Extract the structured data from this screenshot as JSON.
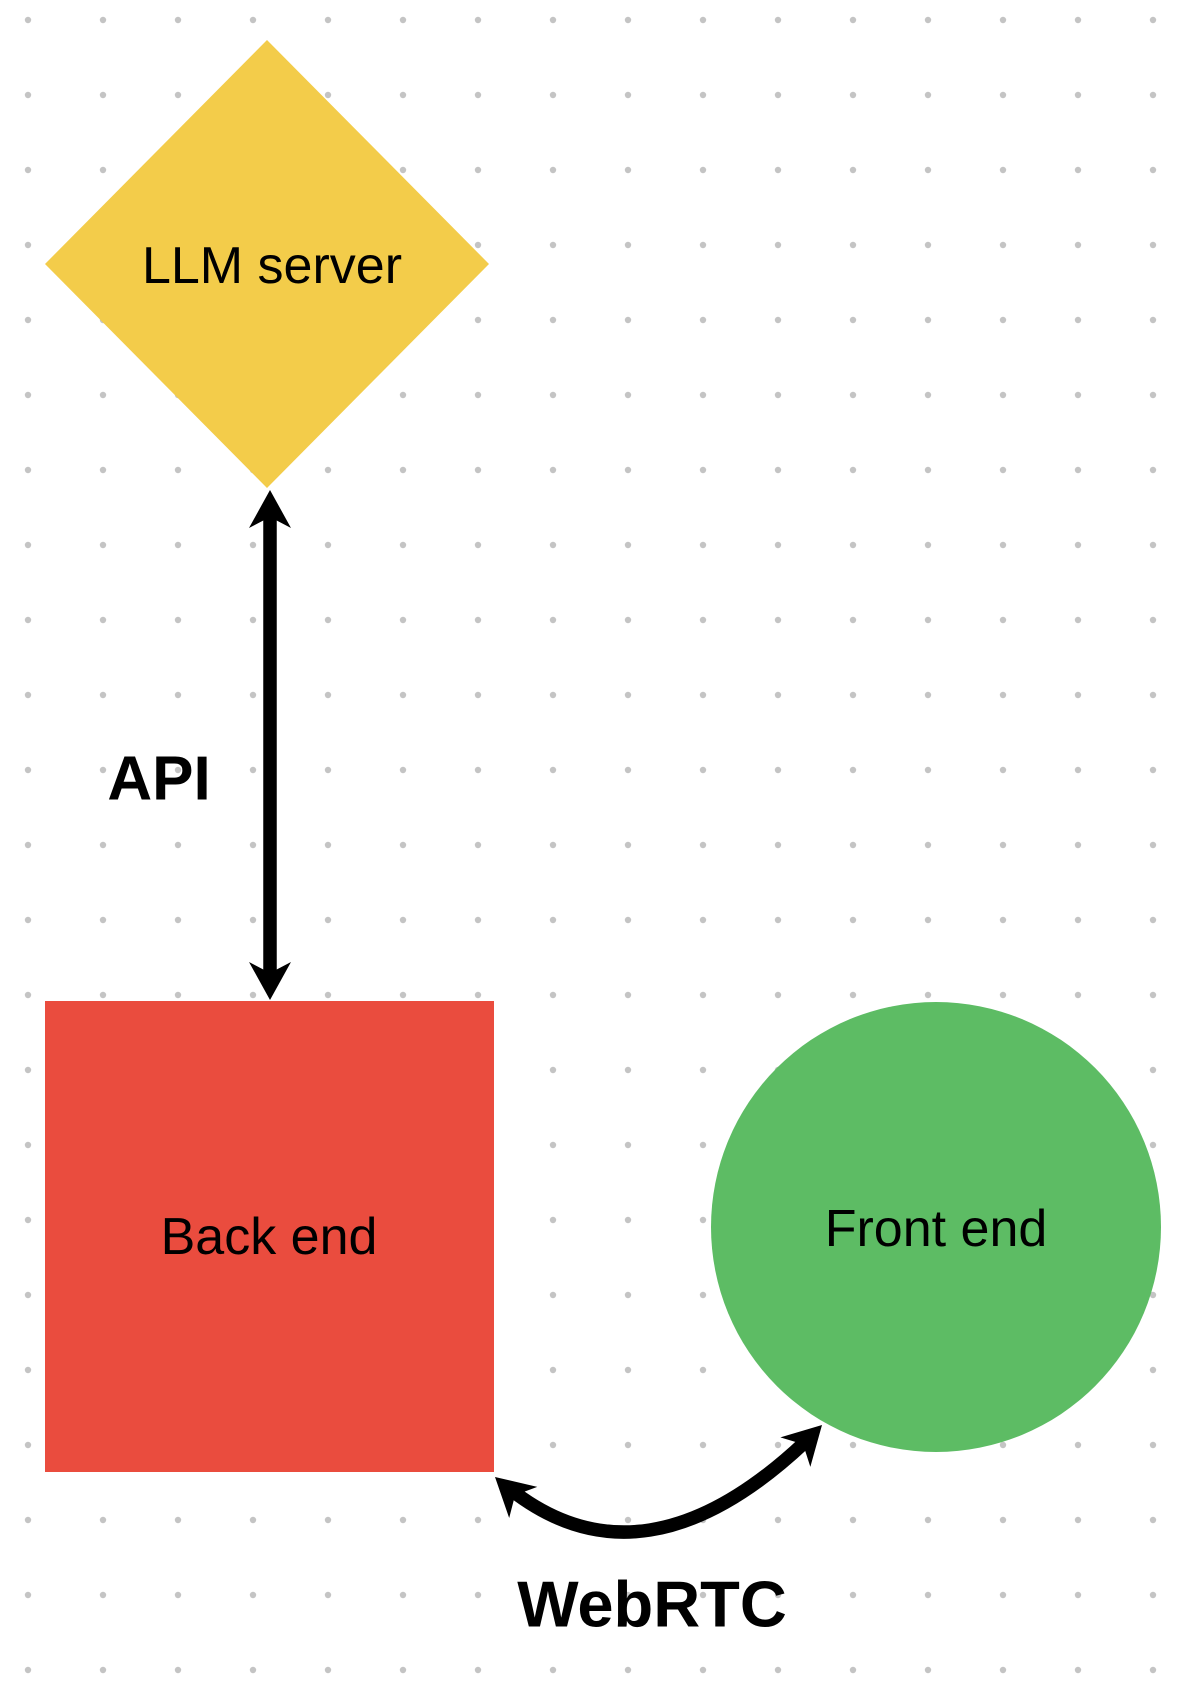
{
  "canvas": {
    "background": "#ffffff",
    "grid_dot_color": "#c4c4c4",
    "arrow_color": "#000000",
    "text_color": "#000000"
  },
  "nodes": {
    "llm_server": {
      "label": "LLM server",
      "shape": "diamond",
      "color": "#f3cc4a"
    },
    "back_end": {
      "label": "Back end",
      "shape": "square",
      "color": "#ea4c3e"
    },
    "front_end": {
      "label": "Front end",
      "shape": "circle",
      "color": "#5dbc64"
    }
  },
  "connectors": {
    "api": {
      "label": "API",
      "from": "llm_server",
      "to": "back_end",
      "bidirectional": true,
      "style": "straight"
    },
    "webrtc": {
      "label": "WebRTC",
      "from": "back_end",
      "to": "front_end",
      "bidirectional": true,
      "style": "curved"
    }
  }
}
